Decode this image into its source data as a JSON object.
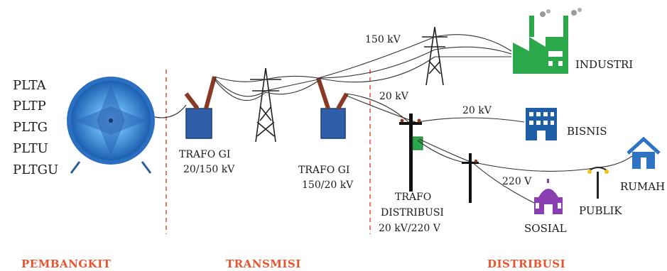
{
  "plants": [
    "PLTA",
    "PLTP",
    "PLTG",
    "PLTU",
    "PLTGU"
  ],
  "trafo_gi_1": {
    "line1": "TRAFO GI",
    "line2": "20/150 kV"
  },
  "trafo_gi_2": {
    "line1": "TRAFO GI",
    "line2": "150/20 kV"
  },
  "trafo_dist": {
    "line1": "TRAFO",
    "line2": "DISTRIBUSI",
    "line3": "20 kV/220 V"
  },
  "voltages": {
    "v150": "150 kV",
    "v20a": "20 kV",
    "v20b": "20 kV",
    "v220": "220 V"
  },
  "consumers": {
    "industri": "INDUSTRI",
    "bisnis": "BISNIS",
    "rumah": "RUMAH",
    "publik": "PUBLIK",
    "sosial": "SOSIAL"
  },
  "sections": {
    "pembangkit": "PEMBANGKIT",
    "transmisi": "TRANSMISI",
    "distribusi": "DISTRIBUSI"
  },
  "colors": {
    "section_text": "#e8542e",
    "divider": "#e05a3a",
    "transformer": "#2f5fa8",
    "insulator": "#8a3a24",
    "industry": "#2aa84a",
    "building": "#1f5fa8",
    "house": "#2f73c4",
    "mosque": "#8a3fb0",
    "generator": "#2b7dc4"
  }
}
